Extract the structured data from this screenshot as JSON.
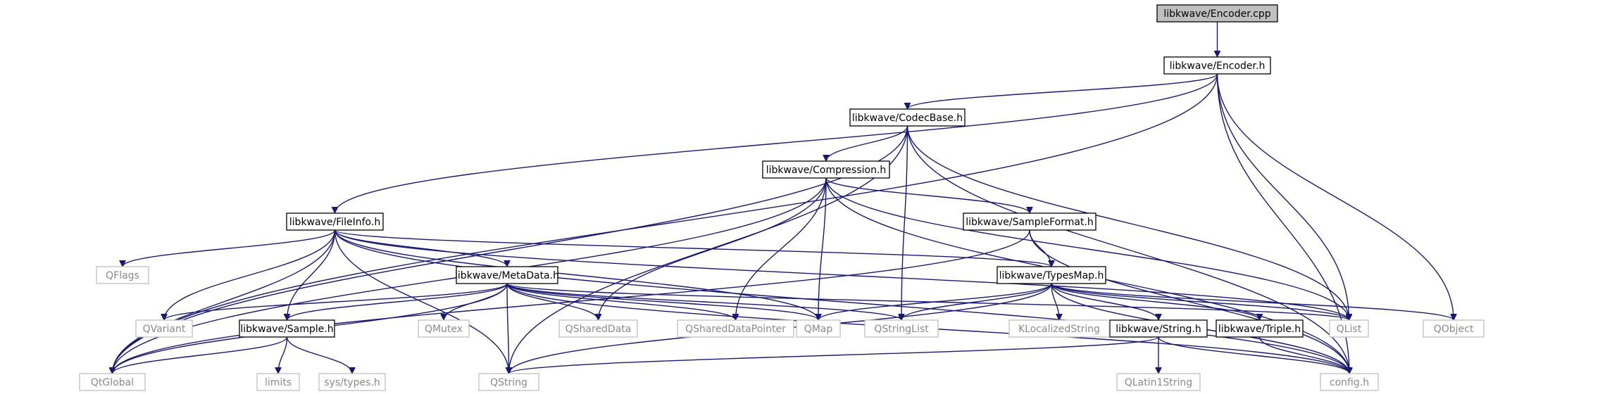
{
  "diagram": {
    "type": "include-dependency-graph",
    "colors": {
      "edge": "#191970",
      "root_fill": "#bfbfbf",
      "internal_border": "#000000",
      "external_border": "#bfbfbf",
      "external_text": "#8a8a8a"
    },
    "nodes": {
      "encoder_cpp": {
        "label": "libkwave/Encoder.cpp",
        "kind": "root"
      },
      "encoder_h": {
        "label": "libkwave/Encoder.h",
        "kind": "internal"
      },
      "codecbase_h": {
        "label": "libkwave/CodecBase.h",
        "kind": "internal"
      },
      "compression_h": {
        "label": "libkwave/Compression.h",
        "kind": "internal"
      },
      "fileinfo_h": {
        "label": "libkwave/FileInfo.h",
        "kind": "internal"
      },
      "sampleformat_h": {
        "label": "libkwave/SampleFormat.h",
        "kind": "internal"
      },
      "metadata_h": {
        "label": "libkwave/MetaData.h",
        "kind": "internal"
      },
      "typesmap_h": {
        "label": "libkwave/TypesMap.h",
        "kind": "internal"
      },
      "sample_h": {
        "label": "libkwave/Sample.h",
        "kind": "internal"
      },
      "string_h": {
        "label": "libkwave/String.h",
        "kind": "internal"
      },
      "triple_h": {
        "label": "libkwave/Triple.h",
        "kind": "internal"
      },
      "qflags": {
        "label": "QFlags",
        "kind": "external"
      },
      "qvariant": {
        "label": "QVariant",
        "kind": "external"
      },
      "qmutex": {
        "label": "QMutex",
        "kind": "external"
      },
      "qshareddata": {
        "label": "QSharedData",
        "kind": "external"
      },
      "qshareddatapointer": {
        "label": "QSharedDataPointer",
        "kind": "external"
      },
      "qmap": {
        "label": "QMap",
        "kind": "external"
      },
      "qstringlist": {
        "label": "QStringList",
        "kind": "external"
      },
      "klocalizedstring": {
        "label": "KLocalizedString",
        "kind": "external"
      },
      "qlist": {
        "label": "QList",
        "kind": "external"
      },
      "qobject": {
        "label": "QObject",
        "kind": "external"
      },
      "qtglobal": {
        "label": "QtGlobal",
        "kind": "external"
      },
      "limits": {
        "label": "limits",
        "kind": "external"
      },
      "systypes": {
        "label": "sys/types.h",
        "kind": "external"
      },
      "qstring": {
        "label": "QString",
        "kind": "external"
      },
      "qlatin1string": {
        "label": "QLatin1String",
        "kind": "external"
      },
      "config_h": {
        "label": "config.h",
        "kind": "external"
      }
    },
    "edges": [
      [
        "encoder_cpp",
        "encoder_h"
      ],
      [
        "encoder_h",
        "codecbase_h"
      ],
      [
        "encoder_h",
        "fileinfo_h"
      ],
      [
        "encoder_h",
        "qtglobal"
      ],
      [
        "encoder_h",
        "qlist"
      ],
      [
        "encoder_h",
        "qobject"
      ],
      [
        "encoder_h",
        "config_h"
      ],
      [
        "codecbase_h",
        "compression_h"
      ],
      [
        "codecbase_h",
        "qtglobal"
      ],
      [
        "codecbase_h",
        "qstring"
      ],
      [
        "codecbase_h",
        "qstringlist"
      ],
      [
        "codecbase_h",
        "qlist"
      ],
      [
        "codecbase_h",
        "config_h"
      ],
      [
        "compression_h",
        "sampleformat_h"
      ],
      [
        "compression_h",
        "qtglobal"
      ],
      [
        "compression_h",
        "qshareddata"
      ],
      [
        "compression_h",
        "qshareddatapointer"
      ],
      [
        "compression_h",
        "qmap"
      ],
      [
        "compression_h",
        "qlist"
      ],
      [
        "compression_h",
        "config_h"
      ],
      [
        "fileinfo_h",
        "metadata_h"
      ],
      [
        "fileinfo_h",
        "typesmap_h"
      ],
      [
        "fileinfo_h",
        "sample_h"
      ],
      [
        "fileinfo_h",
        "qflags"
      ],
      [
        "fileinfo_h",
        "qvariant"
      ],
      [
        "fileinfo_h",
        "qtglobal"
      ],
      [
        "fileinfo_h",
        "qstring"
      ],
      [
        "fileinfo_h",
        "qmap"
      ],
      [
        "fileinfo_h",
        "qlist"
      ],
      [
        "fileinfo_h",
        "config_h"
      ],
      [
        "sampleformat_h",
        "typesmap_h"
      ],
      [
        "sampleformat_h",
        "qtglobal"
      ],
      [
        "sampleformat_h",
        "config_h"
      ],
      [
        "metadata_h",
        "sample_h"
      ],
      [
        "metadata_h",
        "qvariant"
      ],
      [
        "metadata_h",
        "qtglobal"
      ],
      [
        "metadata_h",
        "qmutex"
      ],
      [
        "metadata_h",
        "qstring"
      ],
      [
        "metadata_h",
        "qshareddata"
      ],
      [
        "metadata_h",
        "qshareddatapointer"
      ],
      [
        "metadata_h",
        "qmap"
      ],
      [
        "metadata_h",
        "qstringlist"
      ],
      [
        "metadata_h",
        "qlist"
      ],
      [
        "metadata_h",
        "config_h"
      ],
      [
        "typesmap_h",
        "qmap"
      ],
      [
        "typesmap_h",
        "qstringlist"
      ],
      [
        "typesmap_h",
        "klocalizedstring"
      ],
      [
        "typesmap_h",
        "string_h"
      ],
      [
        "typesmap_h",
        "triple_h"
      ],
      [
        "typesmap_h",
        "qlist"
      ],
      [
        "typesmap_h",
        "qobject"
      ],
      [
        "typesmap_h",
        "qstring"
      ],
      [
        "typesmap_h",
        "config_h"
      ],
      [
        "sample_h",
        "qtglobal"
      ],
      [
        "sample_h",
        "limits"
      ],
      [
        "sample_h",
        "systypes"
      ],
      [
        "string_h",
        "qstring"
      ],
      [
        "string_h",
        "qlatin1string"
      ],
      [
        "string_h",
        "config_h"
      ],
      [
        "triple_h",
        "config_h"
      ]
    ]
  }
}
